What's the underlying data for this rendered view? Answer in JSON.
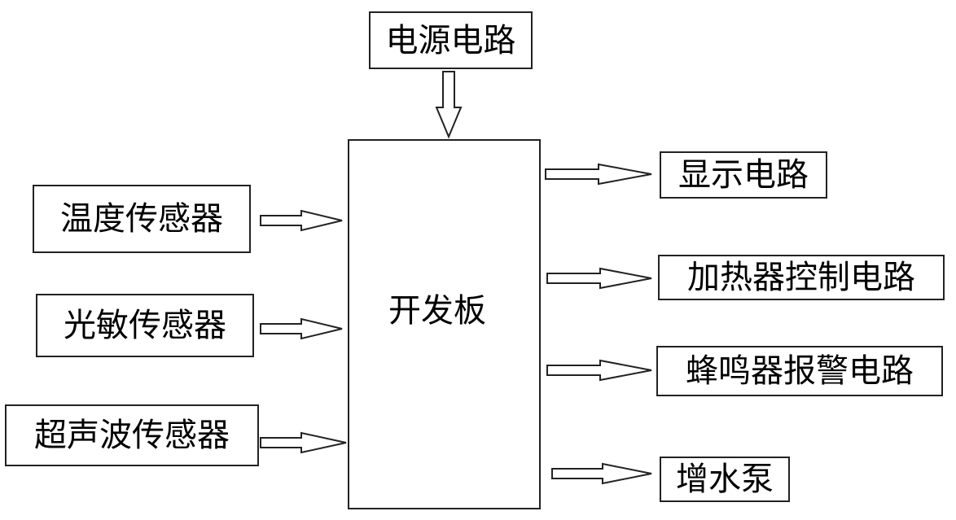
{
  "diagram": {
    "center": {
      "label": "开发板"
    },
    "top": {
      "label": "电源电路"
    },
    "inputs": [
      {
        "label": "温度传感器"
      },
      {
        "label": "光敏传感器"
      },
      {
        "label": "超声波传感器"
      }
    ],
    "outputs": [
      {
        "label": "显示电路"
      },
      {
        "label": "加热器控制电路"
      },
      {
        "label": "蜂鸣器报警电路"
      },
      {
        "label": "增水泵"
      }
    ]
  }
}
